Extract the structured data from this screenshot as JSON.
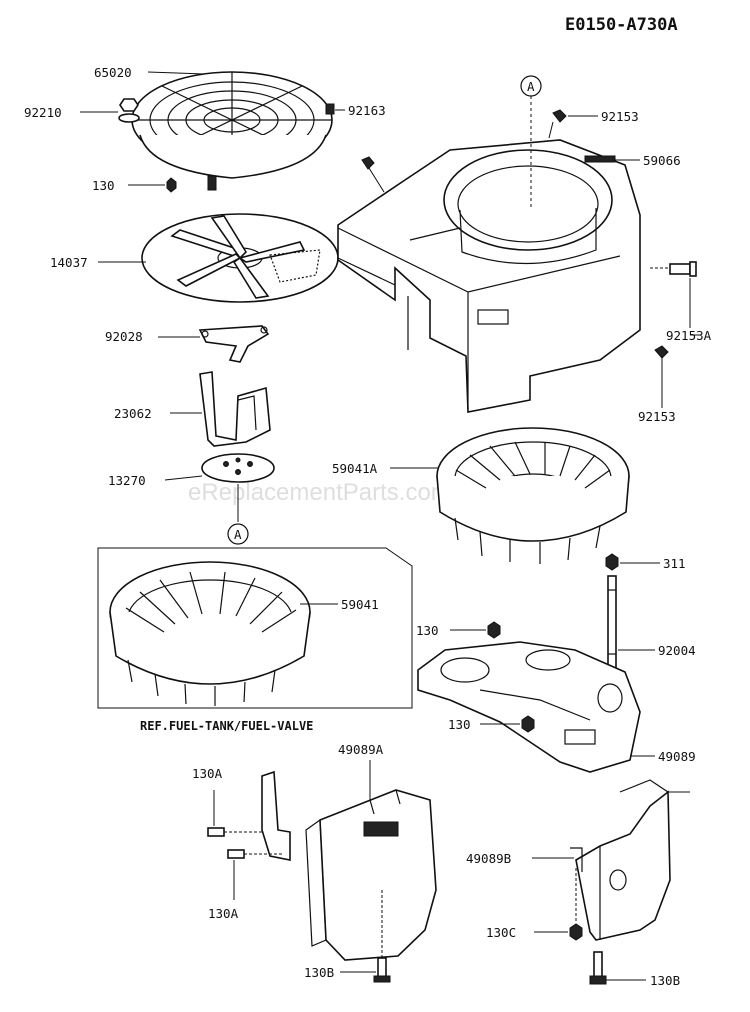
{
  "diagram": {
    "code": "E0150-A730A",
    "watermark": "eReplacementParts.com",
    "note": "REF.FUEL-TANK/FUEL-VALVE",
    "ref_marker": "A",
    "labels": {
      "p65020": "65020",
      "p92210": "92210",
      "p92163": "92163",
      "p130_a": "130",
      "p14037": "14037",
      "p92028": "92028",
      "p23062": "23062",
      "p13270": "13270",
      "p92153_top": "92153",
      "p59066": "59066",
      "p92153A": "92153A",
      "p92153_bot": "92153",
      "p59041A": "59041A",
      "p59041": "59041",
      "p311": "311",
      "p130_b": "130",
      "p92004": "92004",
      "p130_c": "130",
      "p49089": "49089",
      "p49089A": "49089A",
      "p130A_top": "130A",
      "p130A_bot": "130A",
      "p49089B": "49089B",
      "p130C": "130C",
      "p130B_left": "130B",
      "p130B_right": "130B"
    }
  }
}
